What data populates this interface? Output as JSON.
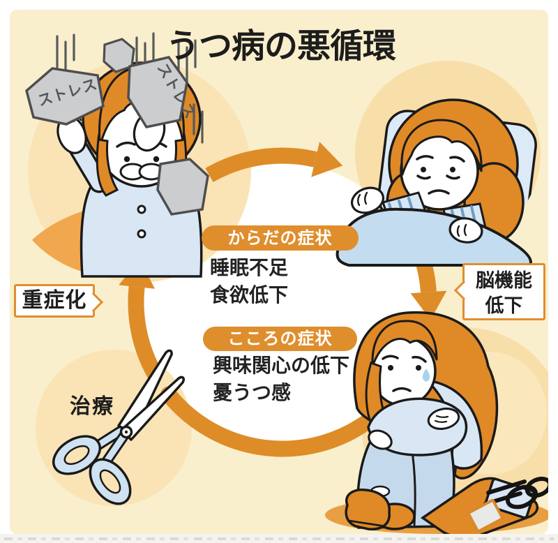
{
  "title": "うつ病の悪循環",
  "cycle": {
    "body": {
      "label": "からだの症状",
      "items": [
        "睡眠不足",
        "食欲低下"
      ]
    },
    "mind": {
      "label": "こころの症状",
      "items": [
        "興味関心の低下",
        "憂うつ感"
      ]
    }
  },
  "callouts": {
    "brain": {
      "line1": "脳機能",
      "line2": "低下"
    },
    "worsening": "重症化",
    "treatment": "治療"
  },
  "illustrations": {
    "stress_rock_label": "ストレス",
    "icons": {
      "top_left": "woman-under-stress-rocks-icon",
      "top_right": "woman-sleepless-in-bed-icon",
      "bottom_right": "woman-sitting-depressed-icon",
      "bottom_left": "scissors-cutting-cycle-icon"
    }
  },
  "colors": {
    "accent_orange": "#DF8E2D",
    "ring_orange": "#DE8C28",
    "cream_background": "#FAEFCC",
    "peach_circle": "#FAE3B5",
    "peach_deep": "#F0A74D",
    "light_blue": "#D9E7F5",
    "blanket_blue": "#C3DCEF",
    "denim_blue": "#C5D9EC",
    "rock_gray": "#CBCDCE",
    "outline": "#1A1A1A",
    "text_black": "#1F1F1F"
  }
}
